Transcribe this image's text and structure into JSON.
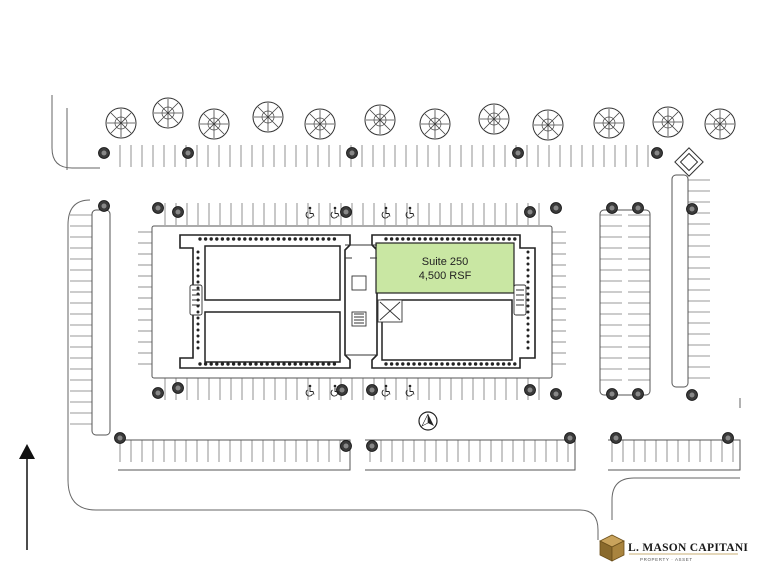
{
  "suite": {
    "name": "Suite 250",
    "area": "4,500 RSF",
    "fill_color": "#c9e7a3"
  },
  "logo": {
    "main": "L. MASON CAPITANI",
    "tagline": "PROPERTY · ASSET"
  },
  "icons": {
    "north": "north-arrow-icon",
    "compass": "compass-icon",
    "tree": "tree-icon",
    "accessible": "accessible-parking-icon"
  }
}
